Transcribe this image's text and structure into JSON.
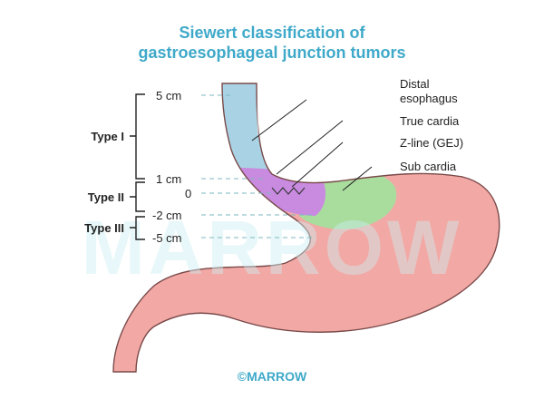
{
  "title": {
    "line1": "Siewert classification of",
    "line2": "gastroesophageal junction tumors"
  },
  "levels": {
    "l1": "5 cm",
    "l2": "1 cm",
    "l3": "0",
    "l4": "-2 cm",
    "l5": "-5 cm"
  },
  "types": {
    "t1": "Type I",
    "t2": "Type II",
    "t3": "Type III"
  },
  "callouts": {
    "distal_line1": "Distal",
    "distal_line2": "esophagus",
    "true_cardia": "True cardia",
    "z_line": "Z-line (GEJ)",
    "sub_cardia": "Sub cardia"
  },
  "watermark": "MARROW",
  "brand": "©MARROW",
  "colors": {
    "title": "#3fa9c9",
    "esophagus": "#a9d3e4",
    "true_cardia": "#c98be0",
    "sub_cardia": "#a9dd9e",
    "stomach": "#f2a9a5",
    "guide_line": "#7fb7bf"
  }
}
